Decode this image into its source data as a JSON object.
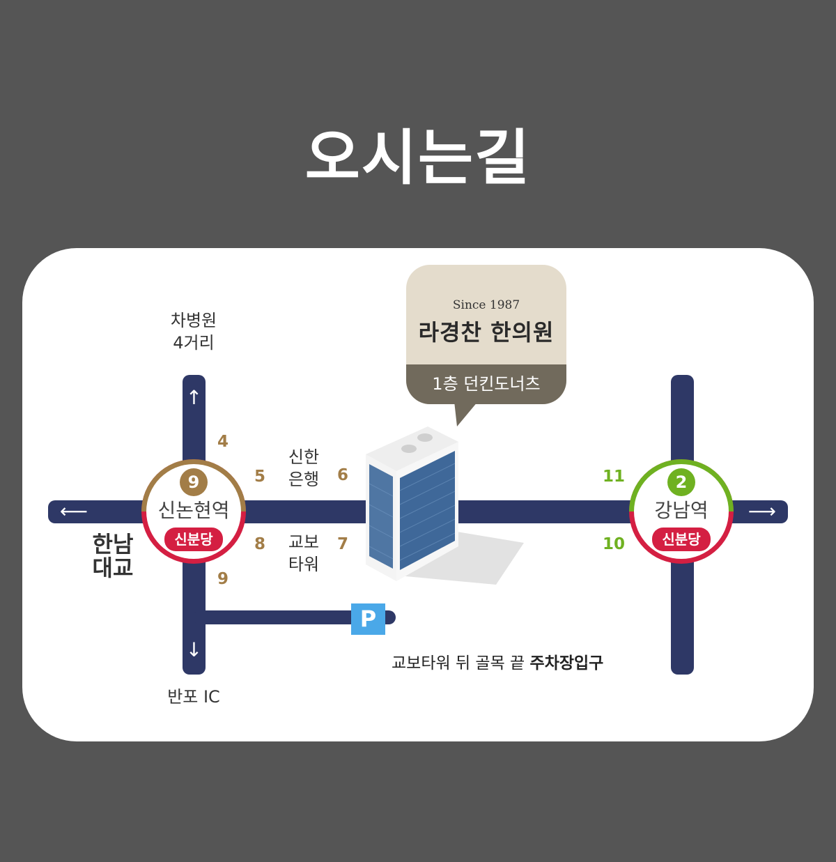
{
  "title": "오시는길",
  "colors": {
    "background": "#555555",
    "road": "#2e3866",
    "line9": "#a27d47",
    "line2": "#6fb121",
    "sinbundang": "#d41f42",
    "parking": "#4aa8e8"
  },
  "landmarks": {
    "top": "차병원\n4거리",
    "bottom": "반포 IC",
    "bridge": "한남\n대교",
    "shinhan": "신한\n은행",
    "kyobo": "교보\n타워"
  },
  "stations": {
    "sinnonhyeon": {
      "line": "9",
      "name": "신논현역",
      "badge": "신분당"
    },
    "gangnam": {
      "line": "2",
      "name": "강남역",
      "badge": "신분당"
    }
  },
  "exits": {
    "e4": "4",
    "e5": "5",
    "e6": "6",
    "e7": "7",
    "e8": "8",
    "e9": "9",
    "e11": "11",
    "e10": "10"
  },
  "arrows": {
    "up": "↑",
    "down": "↓",
    "left": "⟵",
    "right": "⟶"
  },
  "clinic": {
    "since": "Since 1987",
    "name": "라경찬 한의원",
    "floor": "1층 던킨도너츠"
  },
  "parking": {
    "sign": "P",
    "note_prefix": "교보타워 뒤 골목 끝 ",
    "note_bold": "주차장입구"
  }
}
